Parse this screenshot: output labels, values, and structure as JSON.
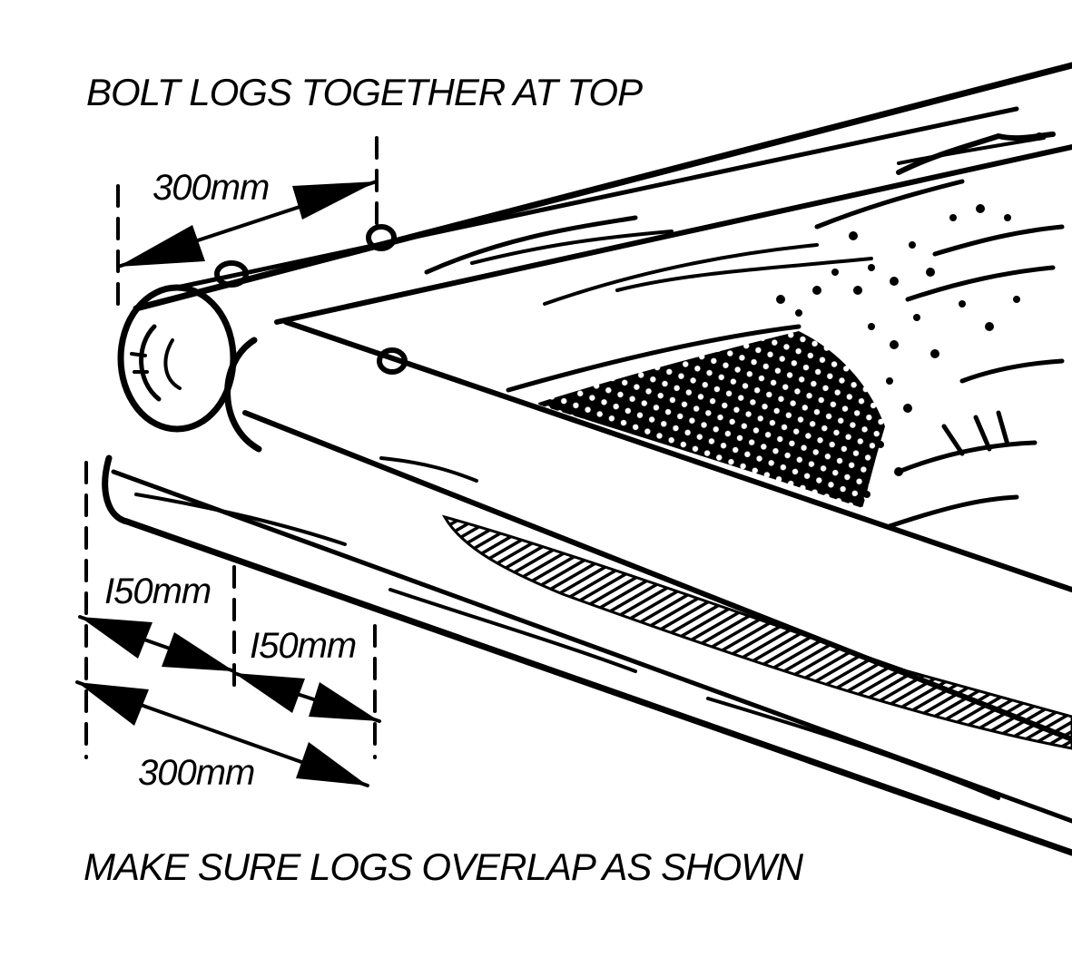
{
  "top_caption": "BOLT LOGS TOGETHER AT TOP",
  "bottom_caption": "MAKE SURE LOGS OVERLAP AS SHOWN",
  "dimensions": {
    "top_offset": "300mm",
    "bottom_left_offset": "I50mm",
    "bottom_right_offset": "I50mm",
    "bottom_total": "300mm"
  },
  "colors": {
    "ink": "#000000",
    "paper": "#ffffff"
  }
}
